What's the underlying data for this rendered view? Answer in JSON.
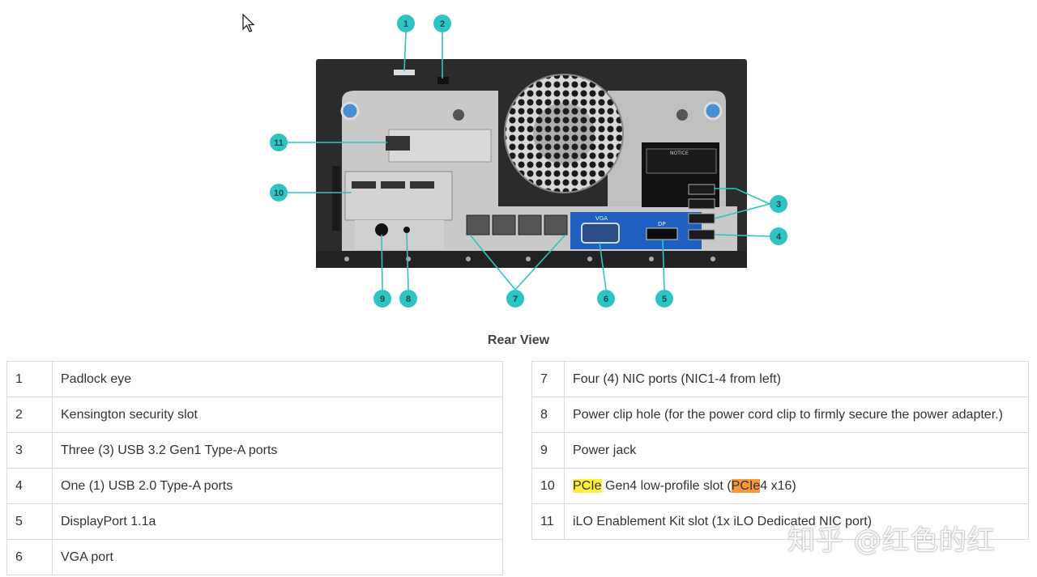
{
  "caption": "Rear View",
  "callouts": [
    "1",
    "2",
    "3",
    "4",
    "5",
    "6",
    "7",
    "8",
    "9",
    "10",
    "11"
  ],
  "port_labels": {
    "dp": "DP",
    "vga": "VGA"
  },
  "notice_label": "NOTICE",
  "left_table": [
    {
      "num": "1",
      "desc": "Padlock eye"
    },
    {
      "num": "2",
      "desc": "Kensington security slot"
    },
    {
      "num": "3",
      "desc": "Three (3) USB 3.2 Gen1 Type-A ports"
    },
    {
      "num": "4",
      "desc": "One (1) USB 2.0 Type-A ports"
    },
    {
      "num": "5",
      "desc": "DisplayPort 1.1a"
    },
    {
      "num": "6",
      "desc": "VGA port"
    }
  ],
  "right_table": [
    {
      "num": "7",
      "desc": "Four (4) NIC ports (NIC1-4 from left)"
    },
    {
      "num": "8",
      "desc": "Power clip hole (for the power cord clip to firmly secure the power adapter.)"
    },
    {
      "num": "9",
      "desc": "Power jack"
    },
    {
      "num": "10",
      "pcie1": "PCIe",
      "mid": " Gen4 low-profile slot (",
      "pcie2": "PCIe",
      "end": "4 x16)"
    },
    {
      "num": "11",
      "desc": "iLO Enablement Kit slot (1x iLO Dedicated NIC port)"
    }
  ],
  "watermark": "知乎 @红色的红",
  "colors": {
    "callout": "#2ec4c4",
    "highlight_yellow": "#ffef3a",
    "highlight_orange": "#f39a3a",
    "chassis": "#2b2b2b"
  }
}
